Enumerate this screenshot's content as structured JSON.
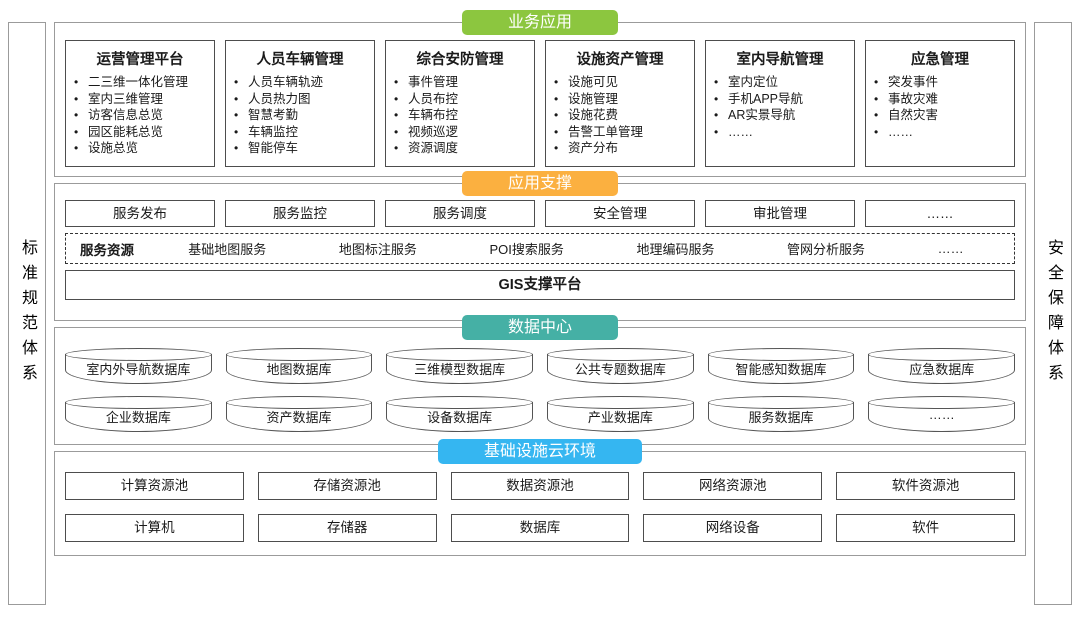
{
  "left_pillar": {
    "label": "标准规范体系"
  },
  "right_pillar": {
    "label": "安全保障体系"
  },
  "layers": {
    "business": {
      "banner": "业务应用",
      "banner_color": "#8CC63F",
      "cards": [
        {
          "title": "运营管理平台",
          "items": [
            "二三维一体化管理",
            "室内三维管理",
            "访客信息总览",
            "园区能耗总览",
            "设施总览"
          ]
        },
        {
          "title": "人员车辆管理",
          "items": [
            "人员车辆轨迹",
            "人员热力图",
            "智慧考勤",
            "车辆监控",
            "智能停车"
          ]
        },
        {
          "title": "综合安防管理",
          "items": [
            "事件管理",
            "人员布控",
            "车辆布控",
            "视频巡逻",
            "资源调度"
          ]
        },
        {
          "title": "设施资产管理",
          "items": [
            "设施可见",
            "设施管理",
            "设施花费",
            "告警工单管理",
            "资产分布"
          ]
        },
        {
          "title": "室内导航管理",
          "items": [
            "室内定位",
            "手机APP导航",
            "AR实景导航",
            "……"
          ]
        },
        {
          "title": "应急管理",
          "items": [
            "突发事件",
            "事故灾难",
            "自然灾害",
            "……"
          ]
        }
      ],
      "bullet": "•"
    },
    "support": {
      "banner": "应用支撑",
      "banner_color": "#FBB040",
      "services": [
        "服务发布",
        "服务监控",
        "服务调度",
        "安全管理",
        "审批管理",
        "……"
      ],
      "resource_label": "服务资源",
      "resources": [
        "基础地图服务",
        "地图标注服务",
        "POI搜索服务",
        "地理编码服务",
        "管网分析服务",
        "……"
      ],
      "platform": "GIS支撑平台"
    },
    "data": {
      "banner": "数据中心",
      "banner_color": "#45B0A5",
      "row1": [
        "室内外导航数据库",
        "地图数据库",
        "三维模型数据库",
        "公共专题数据库",
        "智能感知数据库",
        "应急数据库"
      ],
      "row2": [
        "企业数据库",
        "资产数据库",
        "设备数据库",
        "产业数据库",
        "服务数据库",
        "……"
      ]
    },
    "infra": {
      "banner": "基础设施云环境",
      "banner_color": "#35B6F1",
      "row1": [
        "计算资源池",
        "存储资源池",
        "数据资源池",
        "网络资源池",
        "软件资源池"
      ],
      "row2": [
        "计算机",
        "存储器",
        "数据库",
        "网络设备",
        "软件"
      ]
    }
  }
}
